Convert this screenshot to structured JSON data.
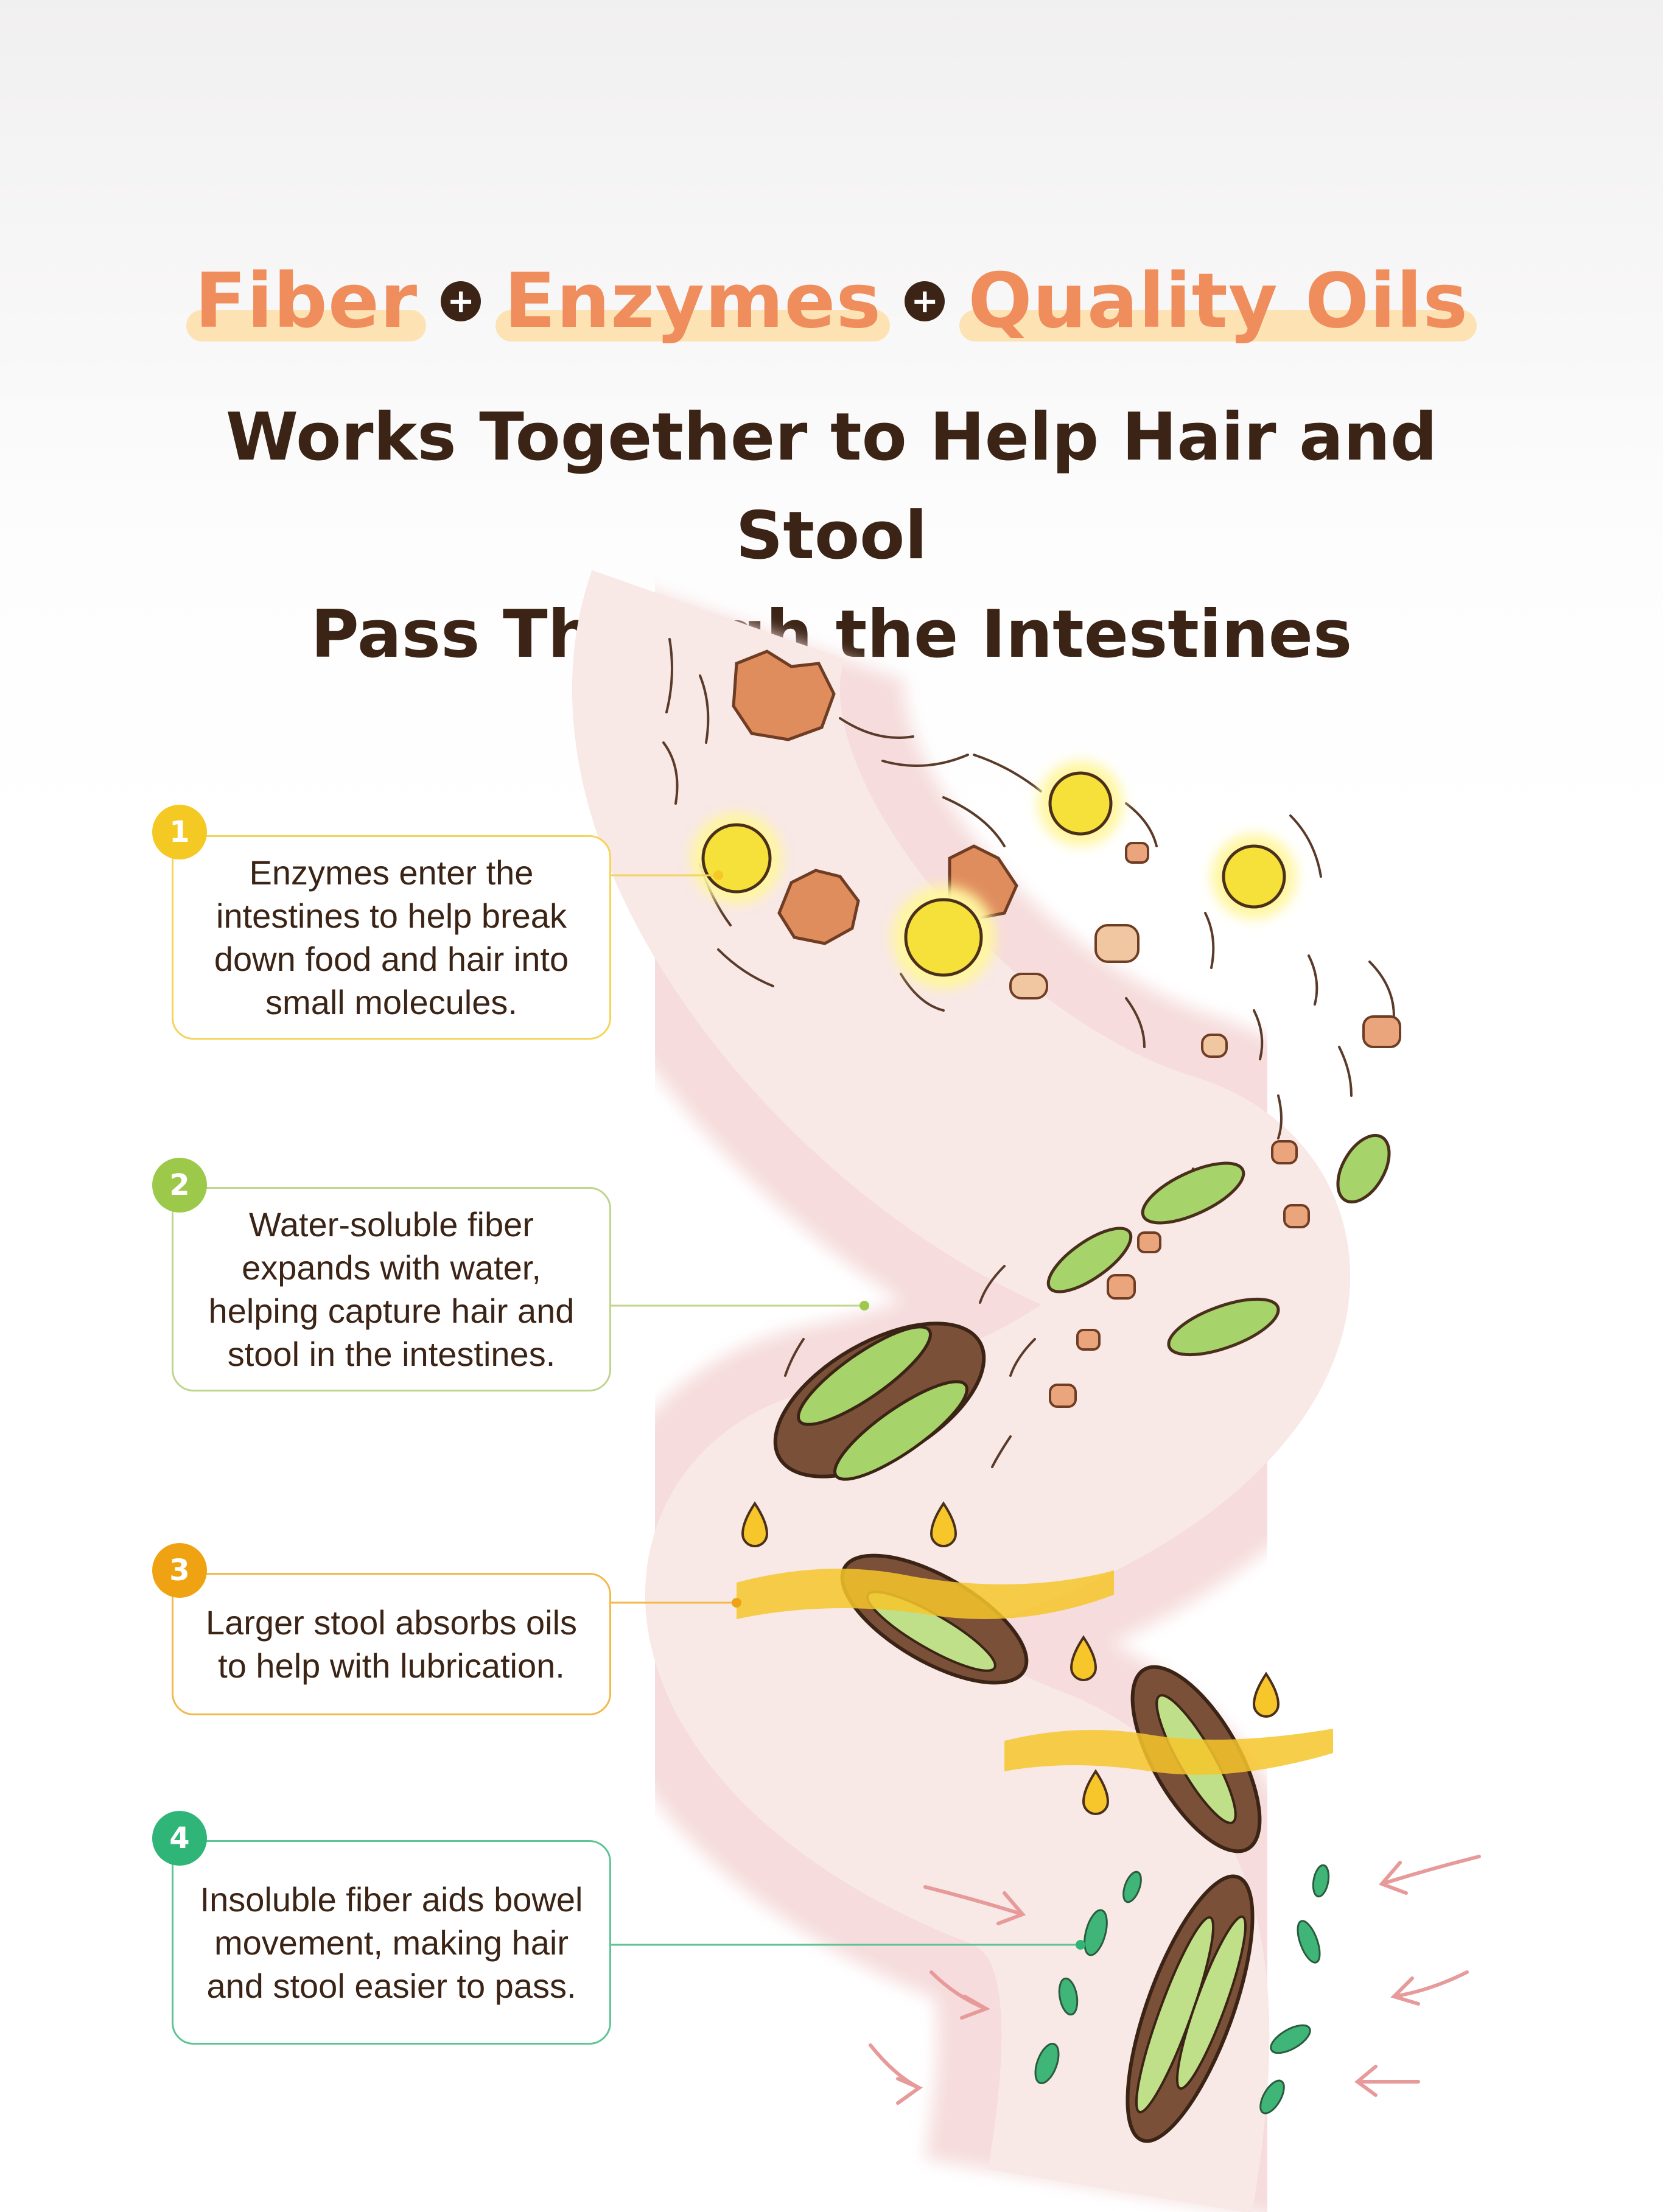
{
  "headline": {
    "keywords": [
      "Fiber",
      "Enzymes",
      "Quality Oils"
    ],
    "separator": "+"
  },
  "subtitle": {
    "line1": "Works Together to Help Hair and Stool",
    "line2": "Pass Through the Intestines"
  },
  "steps": [
    {
      "number": "1",
      "text": "Enzymes enter the intestines  to help break down food and hair into small molecules.",
      "color": "#f5c923"
    },
    {
      "number": "2",
      "text": "Water-soluble fiber expands with water, helping capture hair and stool in the intestines.",
      "color": "#9cc94a"
    },
    {
      "number": "3",
      "text": "Larger stool absorbs oils to help with lubrication.",
      "color": "#f0a312"
    },
    {
      "number": "4",
      "text": "Insoluble fiber aids bowel movement, making hair and stool easier to pass.",
      "color": "#2fb578"
    }
  ],
  "colors": {
    "title_accent": "#ef8d5d",
    "title_dark": "#3b2415",
    "intestine_wall": "#f6dcdc",
    "intestine_inner": "#f7e6e4",
    "enzyme": "#f6e03a",
    "fiber": "#a6d46a",
    "stool": "#7a5038",
    "oil": "#f6c62a",
    "insoluble_fiber": "#3fb577"
  },
  "icons": [
    "plus-icon",
    "enzyme-icon",
    "food-particle-icon",
    "hair-strand-icon",
    "fiber-icon",
    "stool-icon",
    "oil-drop-icon",
    "arrow-icon"
  ]
}
